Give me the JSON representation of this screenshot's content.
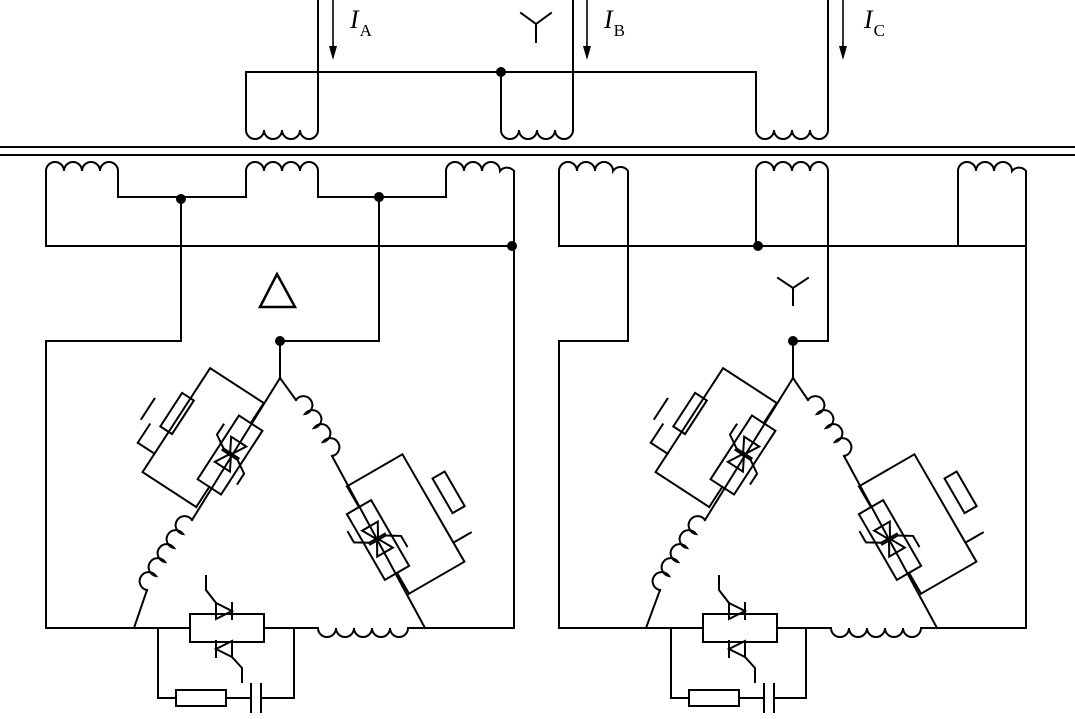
{
  "currents": [
    {
      "symbol": "I",
      "subscript": "A"
    },
    {
      "symbol": "I",
      "subscript": "B"
    },
    {
      "symbol": "I",
      "subscript": "C"
    }
  ],
  "connection_symbols": {
    "primary": "wye-symbol",
    "left_secondary": "delta-symbol",
    "right_secondary": "wye-symbol"
  },
  "colors": {
    "ink": "#000000",
    "background": "#ffffff"
  }
}
